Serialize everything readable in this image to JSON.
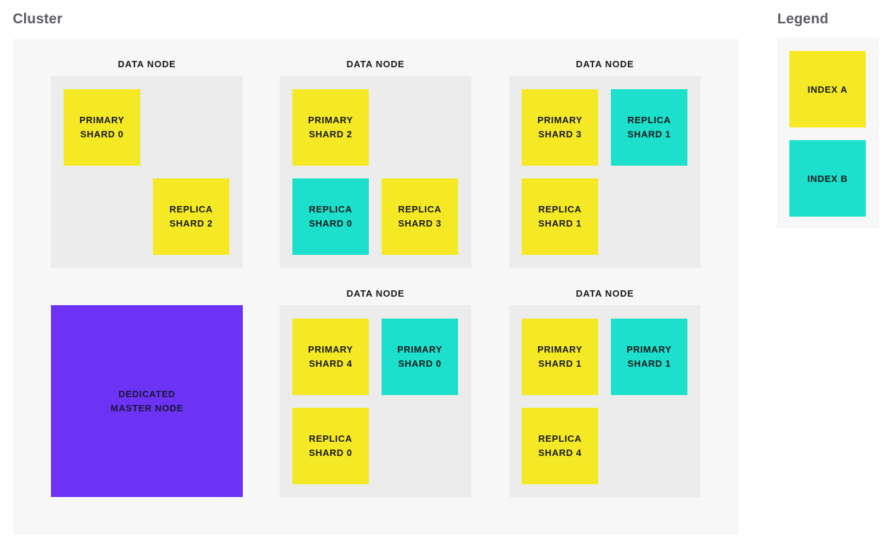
{
  "titles": {
    "cluster": "Cluster",
    "legend": "Legend"
  },
  "colors": {
    "index_a": "#F5E926",
    "index_b": "#1CE0CC",
    "master_node": "#6C33F4",
    "panel_bg": "#F7F7F7",
    "node_bg": "#ECECEC",
    "label_text": "#17181A",
    "title_text": "#5A5C61"
  },
  "cluster": {
    "nodes": [
      {
        "type": "data",
        "label": "DATA NODE",
        "grid": {
          "row": 1,
          "col": 1
        },
        "shards": [
          {
            "lines": [
              "PRIMARY",
              "SHARD 0"
            ],
            "index": "A",
            "slot": {
              "row": 1,
              "col": 1
            }
          },
          {
            "lines": [
              "REPLICA",
              "SHARD 2"
            ],
            "index": "A",
            "slot": {
              "row": 2,
              "col": 2
            }
          }
        ]
      },
      {
        "type": "data",
        "label": "DATA NODE",
        "grid": {
          "row": 1,
          "col": 2
        },
        "shards": [
          {
            "lines": [
              "PRIMARY",
              "SHARD 2"
            ],
            "index": "A",
            "slot": {
              "row": 1,
              "col": 1
            }
          },
          {
            "lines": [
              "REPLICA",
              "SHARD 0"
            ],
            "index": "B",
            "slot": {
              "row": 2,
              "col": 1
            }
          },
          {
            "lines": [
              "REPLICA",
              "SHARD 3"
            ],
            "index": "A",
            "slot": {
              "row": 2,
              "col": 2
            }
          }
        ]
      },
      {
        "type": "data",
        "label": "DATA NODE",
        "grid": {
          "row": 1,
          "col": 3
        },
        "shards": [
          {
            "lines": [
              "PRIMARY",
              "SHARD 3"
            ],
            "index": "A",
            "slot": {
              "row": 1,
              "col": 1
            }
          },
          {
            "lines": [
              "REPLICA",
              "SHARD 1"
            ],
            "index": "B",
            "slot": {
              "row": 1,
              "col": 2
            }
          },
          {
            "lines": [
              "REPLICA",
              "SHARD 1"
            ],
            "index": "A",
            "slot": {
              "row": 2,
              "col": 1
            }
          }
        ]
      },
      {
        "type": "master",
        "lines": [
          "DEDICATED",
          "MASTER NODE"
        ],
        "grid": {
          "row": 2,
          "col": 1
        }
      },
      {
        "type": "data",
        "label": "DATA NODE",
        "grid": {
          "row": 2,
          "col": 2
        },
        "shards": [
          {
            "lines": [
              "PRIMARY",
              "SHARD 4"
            ],
            "index": "A",
            "slot": {
              "row": 1,
              "col": 1
            }
          },
          {
            "lines": [
              "PRIMARY",
              "SHARD 0"
            ],
            "index": "B",
            "slot": {
              "row": 1,
              "col": 2
            }
          },
          {
            "lines": [
              "REPLICA",
              "SHARD 0"
            ],
            "index": "A",
            "slot": {
              "row": 2,
              "col": 1
            }
          }
        ]
      },
      {
        "type": "data",
        "label": "DATA NODE",
        "grid": {
          "row": 2,
          "col": 3
        },
        "shards": [
          {
            "lines": [
              "PRIMARY",
              "SHARD 1"
            ],
            "index": "A",
            "slot": {
              "row": 1,
              "col": 1
            }
          },
          {
            "lines": [
              "PRIMARY",
              "SHARD 1"
            ],
            "index": "B",
            "slot": {
              "row": 1,
              "col": 2
            }
          },
          {
            "lines": [
              "REPLICA",
              "SHARD 4"
            ],
            "index": "A",
            "slot": {
              "row": 2,
              "col": 1
            }
          }
        ]
      }
    ]
  },
  "legend": {
    "entries": [
      {
        "label": "INDEX A",
        "index": "A"
      },
      {
        "label": "INDEX B",
        "index": "B"
      }
    ]
  }
}
